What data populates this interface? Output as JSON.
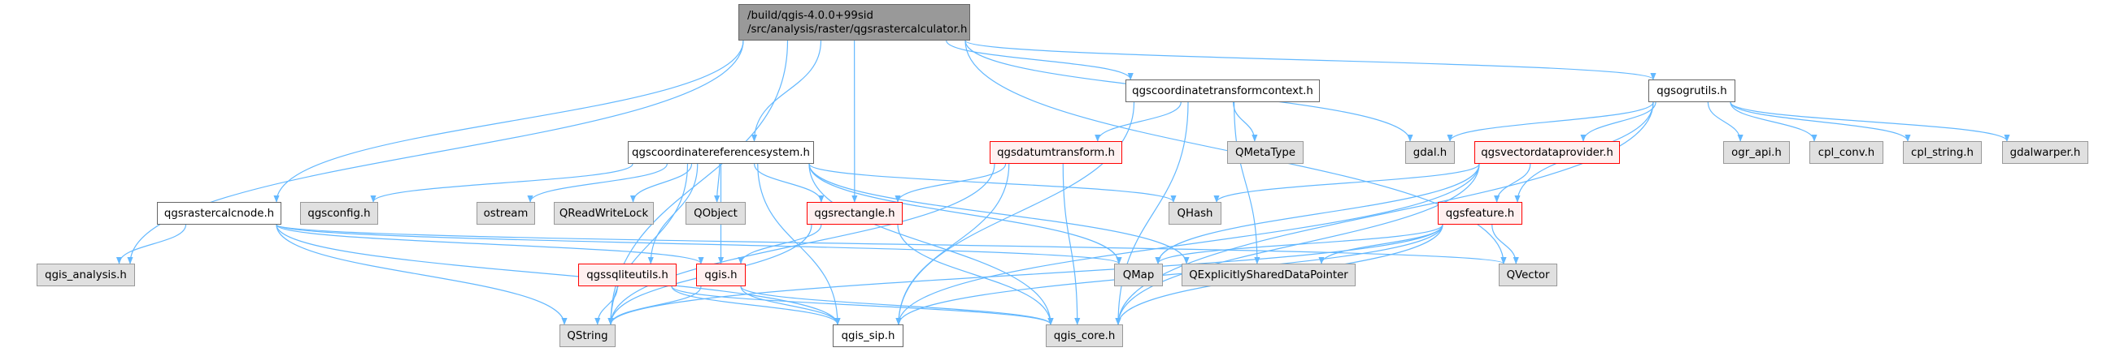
{
  "title": "Include dependency graph for qgsrastercalculator.h",
  "edge_color": "#63b8ff",
  "node_styles": {
    "root": {
      "fill": "#999999",
      "border": "#666666"
    },
    "local": {
      "fill": "#ffffff",
      "border": "#666666"
    },
    "ext": {
      "fill": "#e0e0e0",
      "border": "#999999"
    },
    "red": {
      "fill": "#fff0f0",
      "border": "#ff0000"
    }
  },
  "nodes": [
    {
      "id": "root",
      "style": "root",
      "line1": "/build/qgis-4.0.0+99sid",
      "line2": "/src/analysis/raster/qgsrastercalculator.h"
    },
    {
      "id": "qgis_analysis",
      "style": "ext",
      "label": "qgis_analysis.h"
    },
    {
      "id": "qgsrastercalcnode",
      "style": "local",
      "label": "qgsrastercalcnode.h"
    },
    {
      "id": "qgsconfig",
      "style": "ext",
      "label": "qgsconfig.h"
    },
    {
      "id": "ostream",
      "style": "ext",
      "label": "ostream"
    },
    {
      "id": "qreadwritelock",
      "style": "ext",
      "label": "QReadWriteLock"
    },
    {
      "id": "qobject",
      "style": "ext",
      "label": "QObject"
    },
    {
      "id": "qgsrectangle",
      "style": "red",
      "label": "qgsrectangle.h"
    },
    {
      "id": "qgscrs",
      "style": "local",
      "label": "qgscoordinatereferencesystem.h"
    },
    {
      "id": "qgsdatumtransform",
      "style": "red",
      "label": "qgsdatumtransform.h"
    },
    {
      "id": "qgsctc",
      "style": "local",
      "label": "qgscoordinatetransformcontext.h"
    },
    {
      "id": "qmetatype",
      "style": "ext",
      "label": "QMetaType"
    },
    {
      "id": "qhash",
      "style": "ext",
      "label": "QHash"
    },
    {
      "id": "gdal",
      "style": "ext",
      "label": "gdal.h"
    },
    {
      "id": "qgsvectordataprovider",
      "style": "red",
      "label": "qgsvectordataprovider.h"
    },
    {
      "id": "qgsogrutils",
      "style": "local",
      "label": "qgsogrutils.h"
    },
    {
      "id": "ogr_api",
      "style": "ext",
      "label": "ogr_api.h"
    },
    {
      "id": "cpl_conv",
      "style": "ext",
      "label": "cpl_conv.h"
    },
    {
      "id": "cpl_string",
      "style": "ext",
      "label": "cpl_string.h"
    },
    {
      "id": "gdalwarper",
      "style": "ext",
      "label": "gdalwarper.h"
    },
    {
      "id": "qgsfeature",
      "style": "red",
      "label": "qgsfeature.h"
    },
    {
      "id": "qgssqliteutils",
      "style": "red",
      "label": "qgssqliteutils.h"
    },
    {
      "id": "qgis",
      "style": "red",
      "label": "qgis.h"
    },
    {
      "id": "qmap",
      "style": "ext",
      "label": "QMap"
    },
    {
      "id": "qesdp",
      "style": "ext",
      "label": "QExplicitlySharedDataPointer"
    },
    {
      "id": "qvector",
      "style": "ext",
      "label": "QVector"
    },
    {
      "id": "qstring",
      "style": "ext",
      "label": "QString"
    },
    {
      "id": "qgis_sip",
      "style": "local",
      "label": "qgis_sip.h"
    },
    {
      "id": "qgis_core",
      "style": "ext",
      "label": "qgis_core.h"
    }
  ],
  "edges": [
    [
      "root",
      "qgis_analysis"
    ],
    [
      "root",
      "qgsrastercalcnode"
    ],
    [
      "root",
      "qgscrs"
    ],
    [
      "root",
      "qgsrectangle"
    ],
    [
      "root",
      "qgsctc"
    ],
    [
      "root",
      "gdal"
    ],
    [
      "root",
      "qgsogrutils"
    ],
    [
      "root",
      "qstring"
    ],
    [
      "root",
      "qvector"
    ],
    [
      "qgsrastercalcnode",
      "qgis_analysis"
    ],
    [
      "qgsrastercalcnode",
      "qmap"
    ],
    [
      "qgsrastercalcnode",
      "qstring"
    ],
    [
      "qgsrastercalcnode",
      "qgis_sip"
    ],
    [
      "qgsrastercalcnode",
      "qgis"
    ],
    [
      "qgsrastercalcnode",
      "qvector"
    ],
    [
      "qgscrs",
      "qgsconfig"
    ],
    [
      "qgscrs",
      "ostream"
    ],
    [
      "qgscrs",
      "qreadwritelock"
    ],
    [
      "qgscrs",
      "qobject"
    ],
    [
      "qgscrs",
      "qgsrectangle"
    ],
    [
      "qgscrs",
      "qhash"
    ],
    [
      "qgscrs",
      "qmap"
    ],
    [
      "qgscrs",
      "qesdp"
    ],
    [
      "qgscrs",
      "qgssqliteutils"
    ],
    [
      "qgscrs",
      "qgis"
    ],
    [
      "qgscrs",
      "qstring"
    ],
    [
      "qgscrs",
      "qgis_sip"
    ],
    [
      "qgscrs",
      "qgis_core"
    ],
    [
      "qgsrectangle",
      "qgis"
    ],
    [
      "qgsrectangle",
      "qstring"
    ],
    [
      "qgsrectangle",
      "qgis_core"
    ],
    [
      "qgssqliteutils",
      "qstring"
    ],
    [
      "qgssqliteutils",
      "qgis_sip"
    ],
    [
      "qgssqliteutils",
      "qgis_core"
    ],
    [
      "qgis",
      "qstring"
    ],
    [
      "qgis",
      "qgis_sip"
    ],
    [
      "qgis",
      "qgis_core"
    ],
    [
      "qgsctc",
      "qgsdatumtransform"
    ],
    [
      "qgsctc",
      "qmetatype"
    ],
    [
      "qgsctc",
      "qesdp"
    ],
    [
      "qgsctc",
      "qgis_sip"
    ],
    [
      "qgsctc",
      "qgis_core"
    ],
    [
      "qgsdatumtransform",
      "qgsrectangle"
    ],
    [
      "qgsdatumtransform",
      "qstring"
    ],
    [
      "qgsdatumtransform",
      "qgis_sip"
    ],
    [
      "qgsdatumtransform",
      "qgis_core"
    ],
    [
      "qgsogrutils",
      "gdal"
    ],
    [
      "qgsogrutils",
      "qgsvectordataprovider"
    ],
    [
      "qgsogrutils",
      "qgsfeature"
    ],
    [
      "qgsogrutils",
      "ogr_api"
    ],
    [
      "qgsogrutils",
      "cpl_conv"
    ],
    [
      "qgsogrutils",
      "cpl_string"
    ],
    [
      "qgsogrutils",
      "gdalwarper"
    ],
    [
      "qgsogrutils",
      "qgis_core"
    ],
    [
      "qgsvectordataprovider",
      "qhash"
    ],
    [
      "qgsvectordataprovider",
      "qmap"
    ],
    [
      "qgsvectordataprovider",
      "qgsfeature"
    ],
    [
      "qgsvectordataprovider",
      "qgis_sip"
    ],
    [
      "qgsvectordataprovider",
      "qgis_core"
    ],
    [
      "qgsfeature",
      "qmap"
    ],
    [
      "qgsfeature",
      "qesdp"
    ],
    [
      "qgsfeature",
      "qvector"
    ],
    [
      "qgsfeature",
      "qstring"
    ],
    [
      "qgsfeature",
      "qgis_sip"
    ],
    [
      "qgsfeature",
      "qgis_core"
    ]
  ]
}
